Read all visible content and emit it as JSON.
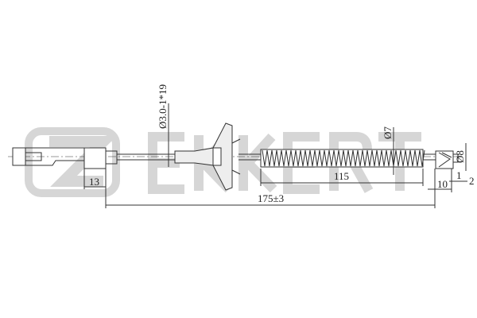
{
  "logo": {
    "text": "ZEKKERT",
    "color": "#d6d6d6"
  },
  "dimensions": {
    "cable_diameter": "Ø3.0-1*19",
    "spring_diameter": "Ø7",
    "end_diameter": "Ø8",
    "spring_length": "115",
    "total_length": "175±3",
    "left_offset": "13",
    "end_length": "10",
    "end_gap_a": "1",
    "end_gap_b": "2"
  }
}
